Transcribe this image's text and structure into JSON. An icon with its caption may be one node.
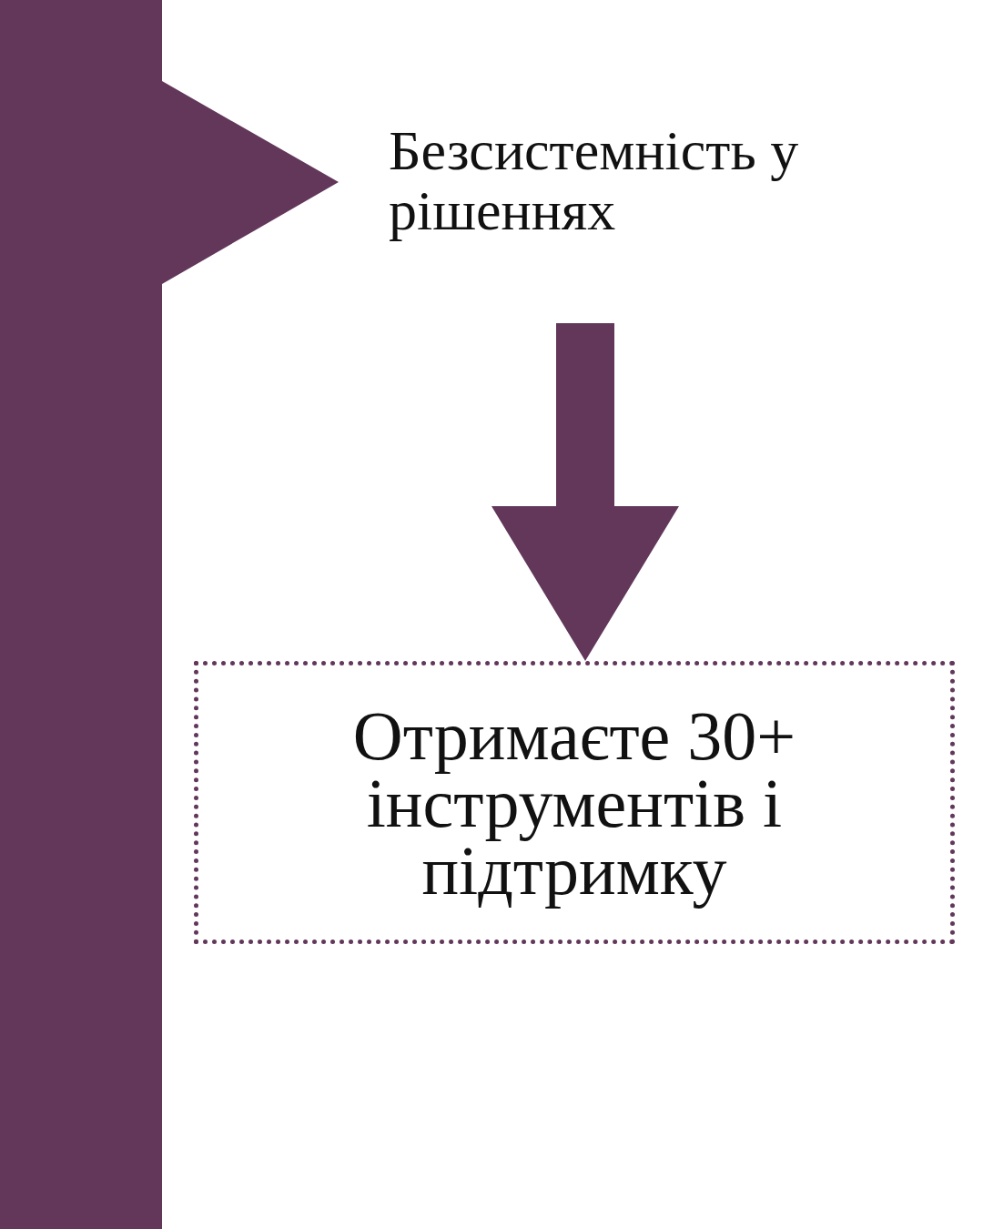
{
  "diagram": {
    "nodes": [
      {
        "text": [
          "Безсистемність у рішеннях"
        ]
      },
      {
        "text": [
          "Отримаєте 30+ інструментів і підтримку"
        ]
      }
    ],
    "edges": [
      {
        "from": 0,
        "to": 1,
        "arrow": "to",
        "style": "thick"
      }
    ]
  }
}
